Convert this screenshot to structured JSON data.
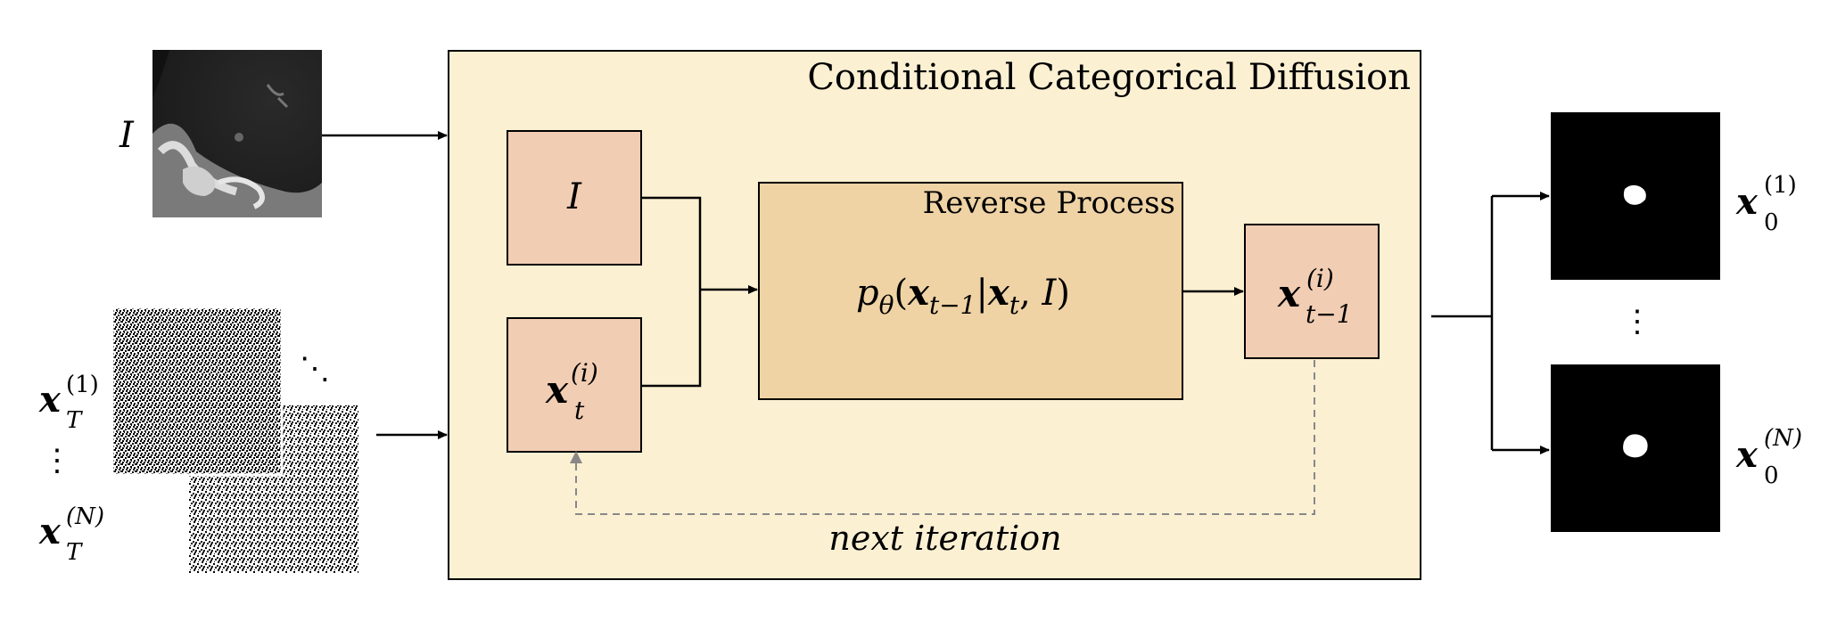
{
  "diagram": {
    "title": "Conditional Categorical Diffusion",
    "reverse_process_label": "Reverse Process",
    "next_iteration_label": "next iteration",
    "input_image_symbol": "I",
    "condition_box_symbol": "I",
    "xt_box": {
      "base": "x",
      "sub": "t",
      "sup": "(i)"
    },
    "xt1_box": {
      "base": "x",
      "sub": "t−1",
      "sup": "(i)"
    },
    "model_expr": {
      "p": "p",
      "theta": "θ",
      "open": "(",
      "x1": "x",
      "x1sub": "t−1",
      "bar": "|",
      "x2": "x",
      "x2sub": "t",
      "comma": ", ",
      "I": "I",
      "close": ")"
    },
    "noise_inputs": [
      {
        "base": "x",
        "sub": "T",
        "sup": "(1)"
      },
      {
        "base": "x",
        "sub": "T",
        "sup": "(N)"
      }
    ],
    "outputs": [
      {
        "base": "x",
        "sub": "0",
        "sup": "(1)"
      },
      {
        "base": "x",
        "sub": "0",
        "sup": "(N)"
      }
    ],
    "ellipsis_vertical": "⋮",
    "ellipsis_diagonal": "⋱"
  },
  "colors": {
    "outer_panel": "#FCF0D3",
    "inner_box": "#F1CDB3",
    "reverse_box": "#EFD3A5",
    "dashed": "#888888",
    "next_iteration_text": "#A9A9A9",
    "ct_bg": "#3a3a3a",
    "mask_bg": "#000000"
  },
  "icons": [
    "ct-scan-image",
    "noise-image",
    "segmentation-mask-image"
  ]
}
